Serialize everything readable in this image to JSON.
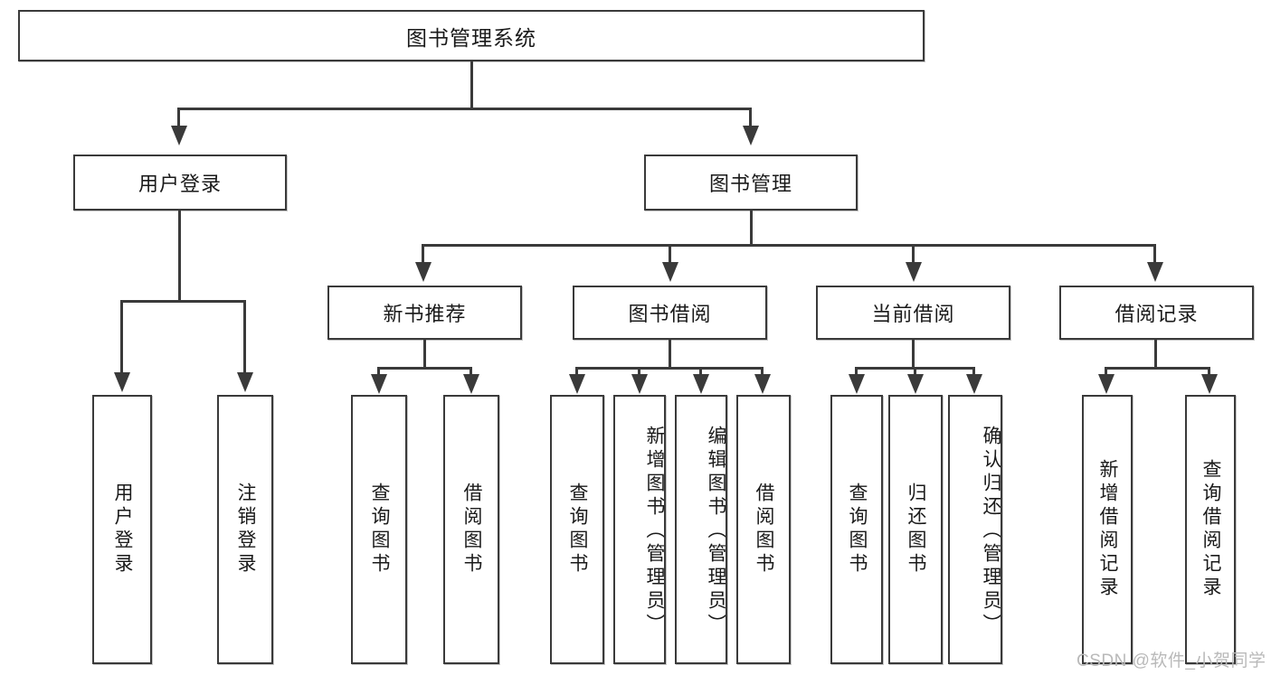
{
  "diagram": {
    "type": "tree-hierarchy",
    "title": "图书管理系统",
    "root": {
      "label": "图书管理系统"
    },
    "level2": [
      {
        "id": "user-login",
        "label": "用户登录"
      },
      {
        "id": "book-management",
        "label": "图书管理"
      }
    ],
    "level3": [
      {
        "id": "new-book-recommend",
        "label": "新书推荐"
      },
      {
        "id": "book-borrow",
        "label": "图书借阅"
      },
      {
        "id": "current-borrow",
        "label": "当前借阅"
      },
      {
        "id": "borrow-record",
        "label": "借阅记录"
      }
    ],
    "leaves": {
      "user_login": [
        {
          "id": "leaf-user-login",
          "label": "用户登录"
        },
        {
          "id": "leaf-logout-login",
          "label": "注销登录"
        }
      ],
      "new_book_recommend": [
        {
          "id": "leaf-query-book-1",
          "label": "查询图书"
        },
        {
          "id": "leaf-borrow-book-1",
          "label": "借阅图书"
        }
      ],
      "book_borrow": [
        {
          "id": "leaf-query-book-2",
          "label": "查询图书"
        },
        {
          "id": "leaf-add-book",
          "label": "新增图书（管理员）"
        },
        {
          "id": "leaf-edit-book",
          "label": "编辑图书（管理员）"
        },
        {
          "id": "leaf-borrow-book-2",
          "label": "借阅图书"
        }
      ],
      "current_borrow": [
        {
          "id": "leaf-query-book-3",
          "label": "查询图书"
        },
        {
          "id": "leaf-return-book",
          "label": "归还图书"
        },
        {
          "id": "leaf-confirm-return",
          "label": "确认归还（管理员）"
        }
      ],
      "borrow_record": [
        {
          "id": "leaf-add-record",
          "label": "新增借阅记录"
        },
        {
          "id": "leaf-query-record",
          "label": "查询借阅记录"
        }
      ]
    }
  },
  "watermark": {
    "text": "CSDN @软件_小贺同学"
  },
  "colors": {
    "stroke": "#3a3a3a",
    "fill": "#ffffff",
    "text": "#1a1a1a",
    "watermark": "#b9b9b9"
  }
}
